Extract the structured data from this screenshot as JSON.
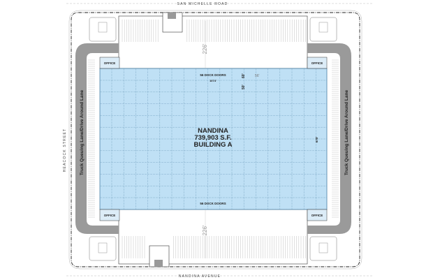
{
  "roads": {
    "north": "SAN MICHELLE ROAD",
    "south": "NANDINA AVENUE",
    "west": "HEACOCK STREET"
  },
  "lanes": {
    "left": "Truck Queuing Lane/Drive Around Lane",
    "right": "Truck Queuing Lane/Drive Around Lane"
  },
  "offices": [
    "OFFICE",
    "OFFICE",
    "OFFICE",
    "OFFICE"
  ],
  "building": {
    "name": "NANDINA",
    "area": "739,903 S.F.",
    "label": "BUILDING A",
    "top_docks": "56 DOCK DOORS",
    "bottom_docks": "56 DOCK DOORS",
    "width_dim": "1074'",
    "depth_dim": "670'",
    "bay_depth_1": "50'",
    "bay_depth_2": "60'",
    "bay_width": "56'",
    "fill_color": "#bfe0f5"
  },
  "truck_courts": {
    "north_dim": "226'",
    "south_dim": "226'"
  },
  "colors": {
    "lane": "#9a9a9a",
    "grid": "#6a9ab8"
  }
}
